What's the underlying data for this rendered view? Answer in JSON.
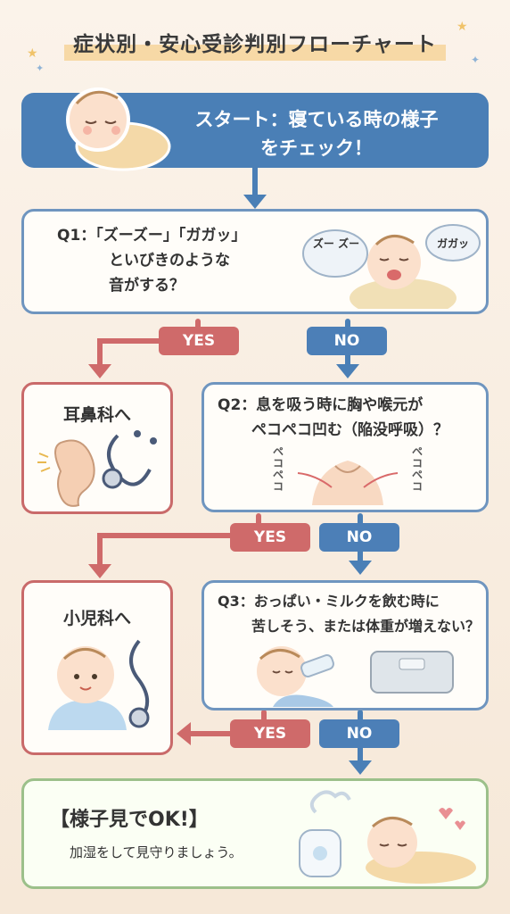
{
  "title": "症状別・安心受診判別フローチャート",
  "start": {
    "line1": "スタート：寝ている時の様子",
    "line2": "をチェック！"
  },
  "q1": {
    "line1": "Q1：「ズーズー」「ガガッ」",
    "line2": "といびきのような",
    "line3": "音がする？",
    "bubble1": "ズー ズー",
    "bubble2": "ガガッ"
  },
  "q2": {
    "line1": "Q2：息を吸う時に胸や喉元が",
    "line2": "ペコペコ凹む（陥没呼吸）？",
    "side_left": "ペコペコ",
    "side_right": "ペコペコ"
  },
  "q3": {
    "line1": "Q3：おっぱい・ミルクを飲む時に",
    "line2": "苦しそう、または体重が増えない？"
  },
  "labels": {
    "yes": "YES",
    "no": "NO"
  },
  "ent": {
    "label": "耳鼻科へ"
  },
  "peds": {
    "label": "小児科へ"
  },
  "ok": {
    "title": "【様子見でOK!】",
    "text": "加湿をして見守りましょう。"
  },
  "colors": {
    "blue": "#4a7fb6",
    "red": "#cf6a6a",
    "green": "#9cc08a"
  }
}
